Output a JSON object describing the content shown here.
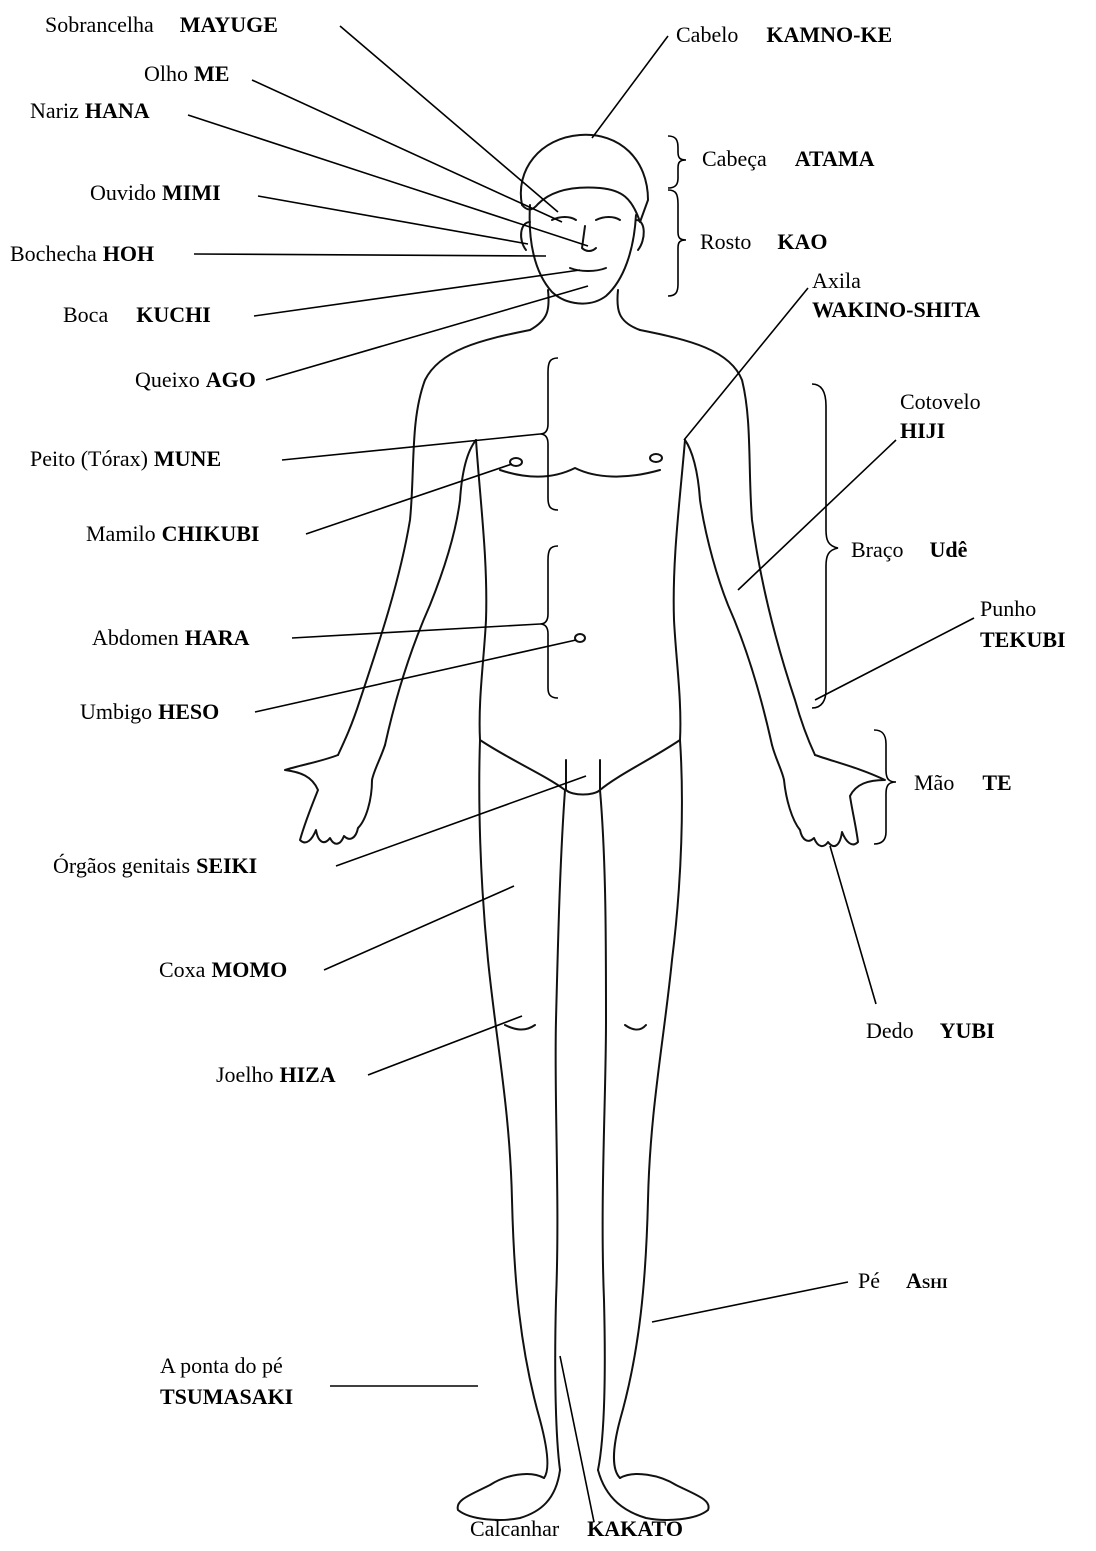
{
  "labels": {
    "sobrancelha": {
      "pt": "Sobrancelha",
      "jp": "MAYUGE"
    },
    "cabelo": {
      "pt": "Cabelo",
      "jp": "KAMNO-KE"
    },
    "olho": {
      "pt": "Olho",
      "jp": "ME"
    },
    "nariz": {
      "pt": "Nariz",
      "jp": "HANA"
    },
    "cabeca": {
      "pt": "Cabeça",
      "jp": "ATAMA"
    },
    "ouvido": {
      "pt": "Ouvido",
      "jp": "MIMI"
    },
    "bochecha": {
      "pt": "Bochecha",
      "jp": "HOH"
    },
    "rosto": {
      "pt": "Rosto",
      "jp": "KAO"
    },
    "axila": {
      "pt": "Axila",
      "jp": "WAKINO-SHITA"
    },
    "boca": {
      "pt": "Boca",
      "jp": "KUCHI"
    },
    "queixo": {
      "pt": "Queixo",
      "jp": "AGO"
    },
    "cotovelo": {
      "pt": "Cotovelo",
      "jp": "HIJI"
    },
    "peito": {
      "pt": "Peito (Tórax)",
      "jp": "MUNE"
    },
    "mamilo": {
      "pt": "Mamilo",
      "jp": "CHIKUBI"
    },
    "braco": {
      "pt": "Braço",
      "jp": "Udê"
    },
    "punho": {
      "pt": "Punho",
      "jp": "TEKUBI"
    },
    "abdomen": {
      "pt": "Abdomen",
      "jp": "HARA"
    },
    "umbigo": {
      "pt": "Umbigo",
      "jp": "HESO"
    },
    "mao": {
      "pt": "Mão",
      "jp": "TE"
    },
    "orgaos": {
      "pt": "Órgãos genitais",
      "jp": "SEIKI"
    },
    "coxa": {
      "pt": "Coxa",
      "jp": "MOMO"
    },
    "dedo": {
      "pt": "Dedo",
      "jp": "YUBI"
    },
    "joelho": {
      "pt": "Joelho",
      "jp": "HIZA"
    },
    "pe": {
      "pt": "Pé",
      "jp": "Ashi"
    },
    "ponta": {
      "pt": "A ponta do pé",
      "jp": "TSUMASAKI"
    },
    "calcanhar": {
      "pt": "Calcanhar",
      "jp": "KAKATO"
    }
  }
}
